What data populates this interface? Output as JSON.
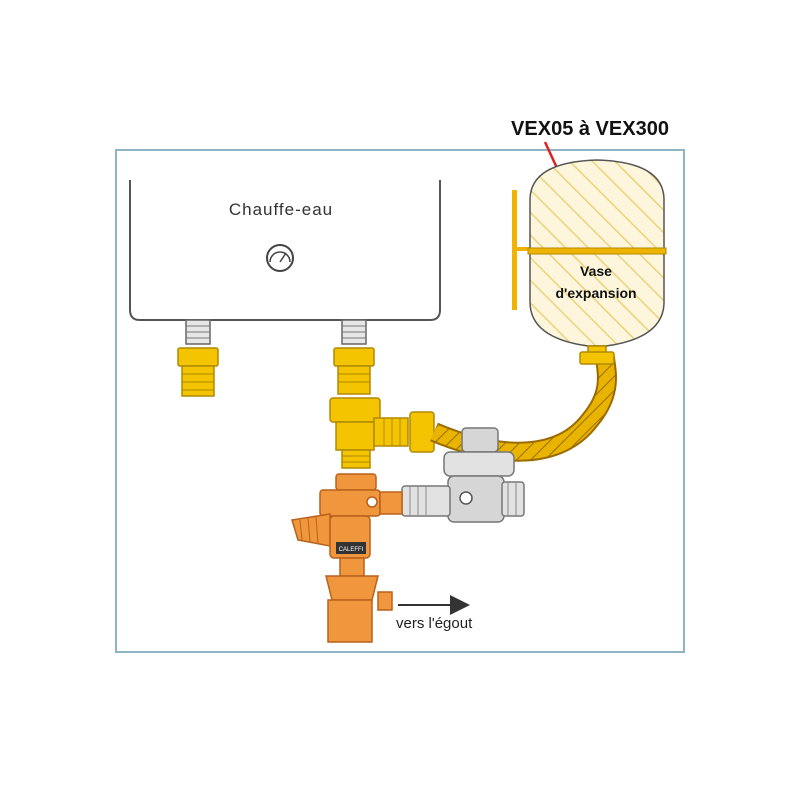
{
  "labels": {
    "model_range": "VEX05 à VEX300",
    "heater": "Chauffe-eau",
    "vessel_line1": "Vase",
    "vessel_line2": "d'expansion",
    "drain": "vers l'égout",
    "valve_brand": "CALEFFI"
  },
  "colors": {
    "frame": "#8fb4c4",
    "heater_stroke": "#555555",
    "brass": "#f5c400",
    "brass_dark": "#b08a00",
    "orange": "#f0963c",
    "orange_dark": "#b8621c",
    "chrome": "#d6d6d6",
    "chrome_dark": "#777777",
    "hatch": "#ecd27a",
    "arrow_red": "#e02020",
    "bracket": "#f0b400"
  },
  "icons": {
    "heater_gauge": "pressure-gauge-icon",
    "drain_arrow": "arrow-right-icon",
    "pointer": "red-pointer-arrow-icon"
  }
}
